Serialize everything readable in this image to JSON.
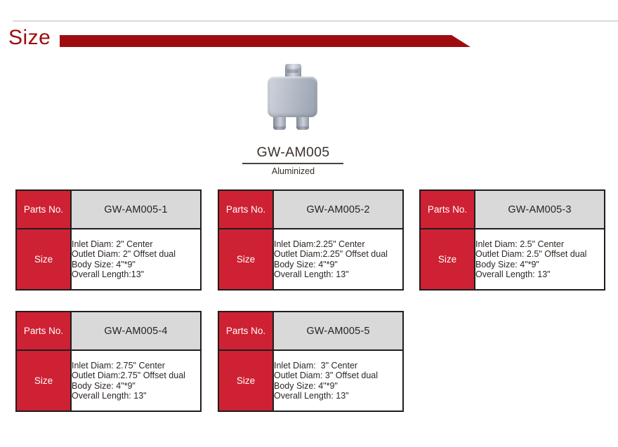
{
  "header": {
    "title": "Size"
  },
  "product": {
    "name": "GW-AM005",
    "finish": "Aluminized"
  },
  "labels": {
    "parts_no": "Parts No.",
    "size": "Size"
  },
  "tables": [
    {
      "part_number": "GW-AM005-1",
      "specs": [
        "Inlet Diam: 2\" Center",
        "Outlet Diam: 2\" Offset dual",
        "Body Size: 4\"*9\"",
        "Overall Length:13\""
      ]
    },
    {
      "part_number": "GW-AM005-2",
      "specs": [
        "Inlet Diam:2.25\" Center",
        "Outlet Diam:2.25\" Offset dual",
        "Body Size: 4\"*9\"",
        "Overall Length: 13\""
      ]
    },
    {
      "part_number": "GW-AM005-3",
      "specs": [
        "Inlet Diam: 2.5\" Center",
        "Outlet Diam: 2.5\" Offset dual",
        "Body Size: 4\"*9\"",
        "Overall Length: 13\""
      ]
    },
    {
      "part_number": "GW-AM005-4",
      "specs": [
        "Inlet Diam: 2.75\" Center",
        "Outlet Diam:2.75\" Offset dual",
        "Body Size: 4\"*9\"",
        "Overall Length: 13\""
      ]
    },
    {
      "part_number": "GW-AM005-5",
      "specs": [
        "Inlet Diam:  3\" Center",
        "Outlet Diam: 3\" Offset dual",
        "Body Size: 4\"*9\"",
        "Overall Length: 13\""
      ]
    }
  ],
  "colors": {
    "accent_dark_red": "#9e0c10",
    "table_red": "#ce2133",
    "header_gray": "#d9d9d9",
    "border_dark": "#1e1e1e",
    "divider_gray": "#d8d8d8"
  }
}
